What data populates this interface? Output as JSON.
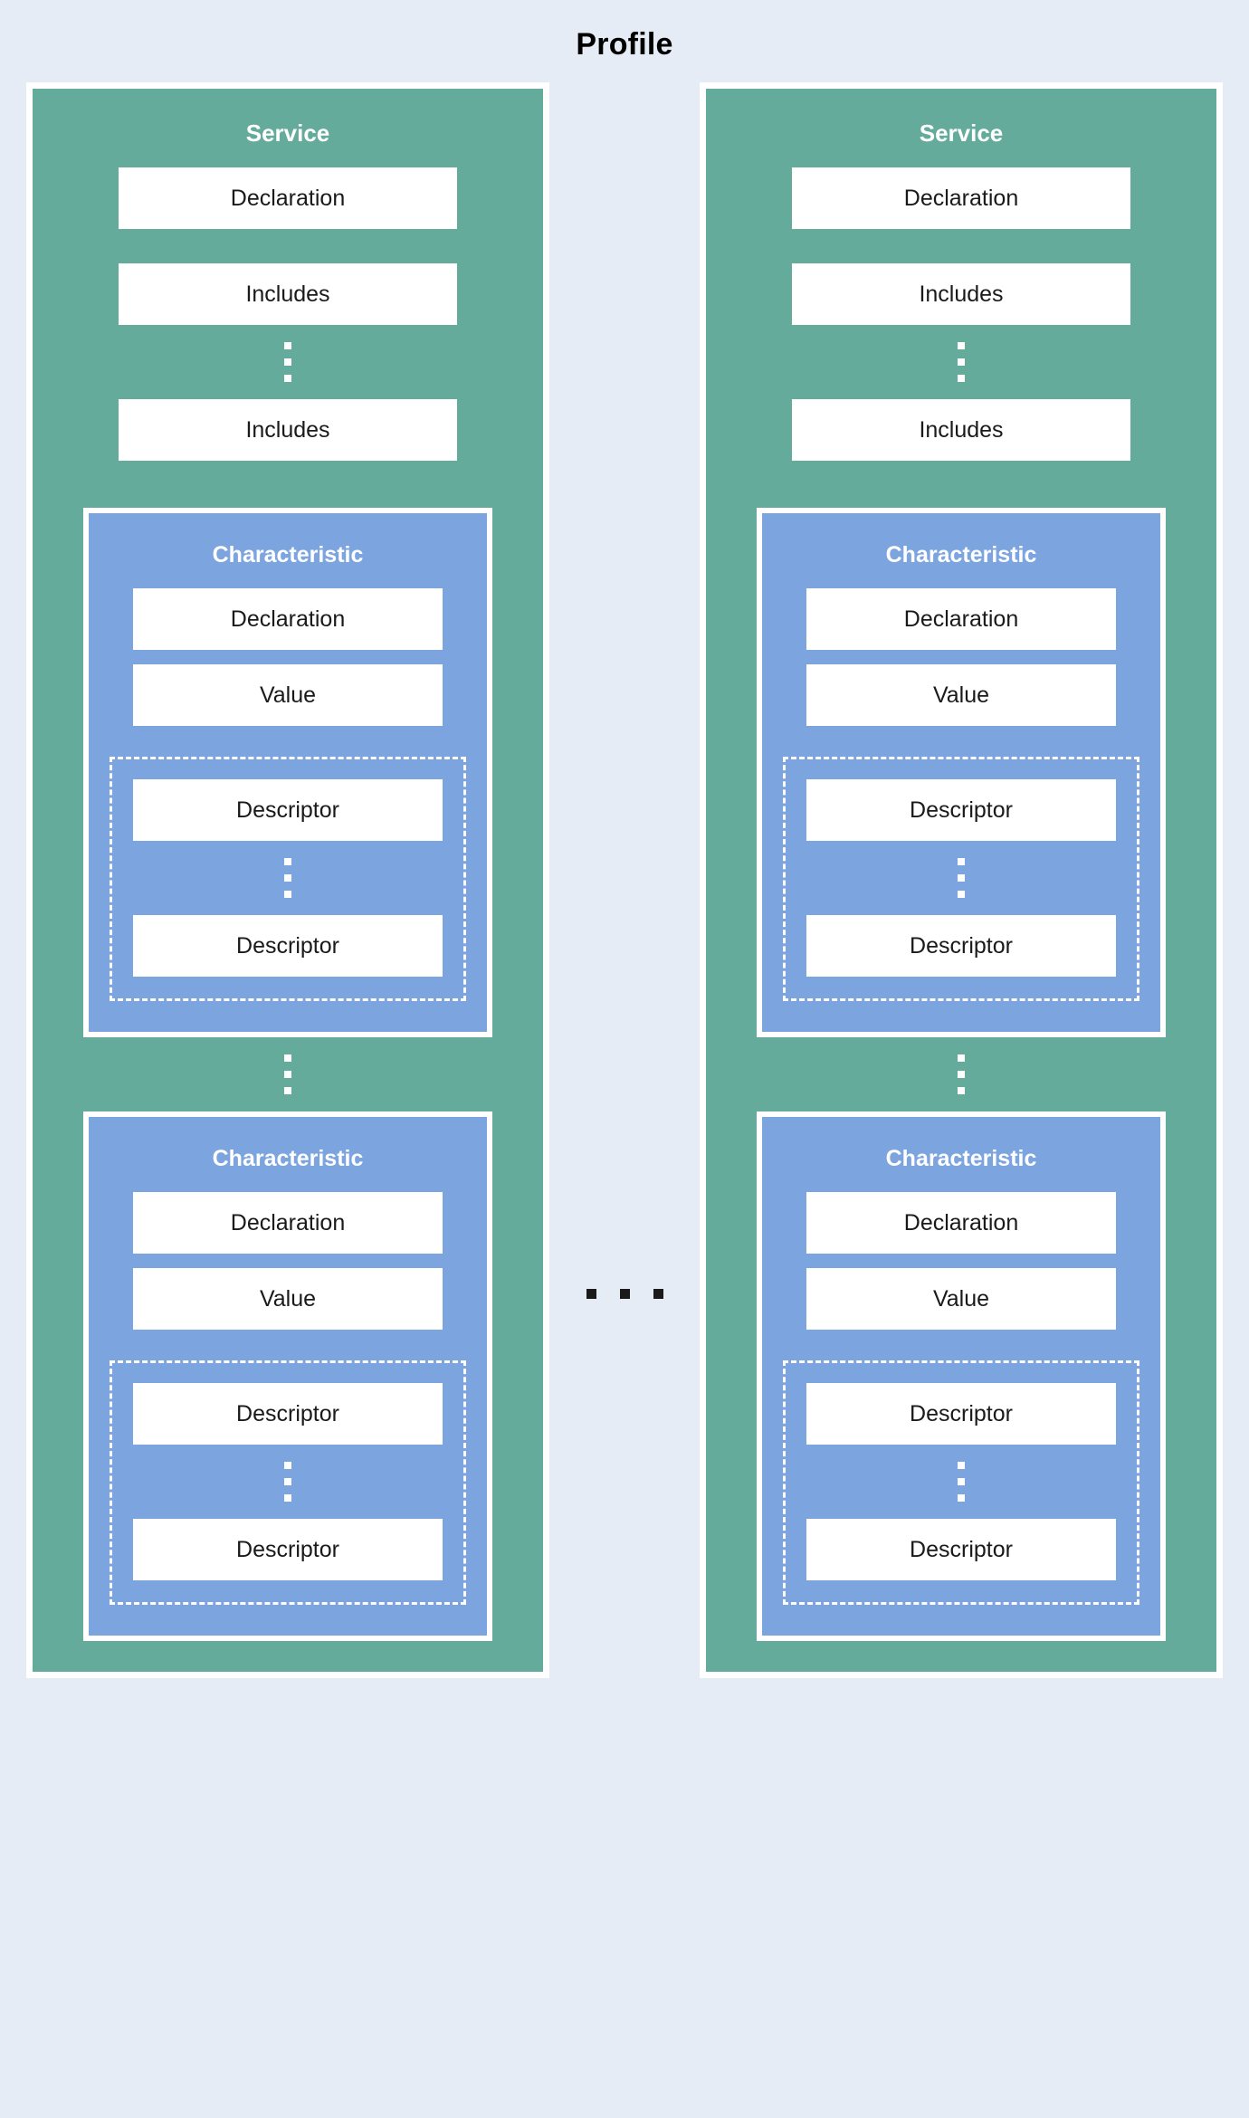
{
  "diagram": {
    "title": "Profile",
    "background_color": "#e6ecf5",
    "service_color": "#64ab9b",
    "characteristic_color": "#7ca4df",
    "box_color": "#ffffff",
    "between_columns_ellipsis": "...",
    "services": [
      {
        "title": "Service",
        "declaration_label": "Declaration",
        "includes_first_label": "Includes",
        "includes_ellipsis": "vertical-ellipsis",
        "includes_last_label": "Includes",
        "characteristics": [
          {
            "title": "Characteristic",
            "declaration_label": "Declaration",
            "value_label": "Value",
            "descriptor_first_label": "Descriptor",
            "descriptor_ellipsis": "vertical-ellipsis",
            "descriptor_last_label": "Descriptor"
          },
          {
            "title": "Characteristic",
            "declaration_label": "Declaration",
            "value_label": "Value",
            "descriptor_first_label": "Descriptor",
            "descriptor_ellipsis": "vertical-ellipsis",
            "descriptor_last_label": "Descriptor"
          }
        ]
      },
      {
        "title": "Service",
        "declaration_label": "Declaration",
        "includes_first_label": "Includes",
        "includes_ellipsis": "vertical-ellipsis",
        "includes_last_label": "Includes",
        "characteristics": [
          {
            "title": "Characteristic",
            "declaration_label": "Declaration",
            "value_label": "Value",
            "descriptor_first_label": "Descriptor",
            "descriptor_ellipsis": "vertical-ellipsis",
            "descriptor_last_label": "Descriptor"
          },
          {
            "title": "Characteristic",
            "declaration_label": "Declaration",
            "value_label": "Value",
            "descriptor_first_label": "Descriptor",
            "descriptor_ellipsis": "vertical-ellipsis",
            "descriptor_last_label": "Descriptor"
          }
        ]
      }
    ]
  }
}
